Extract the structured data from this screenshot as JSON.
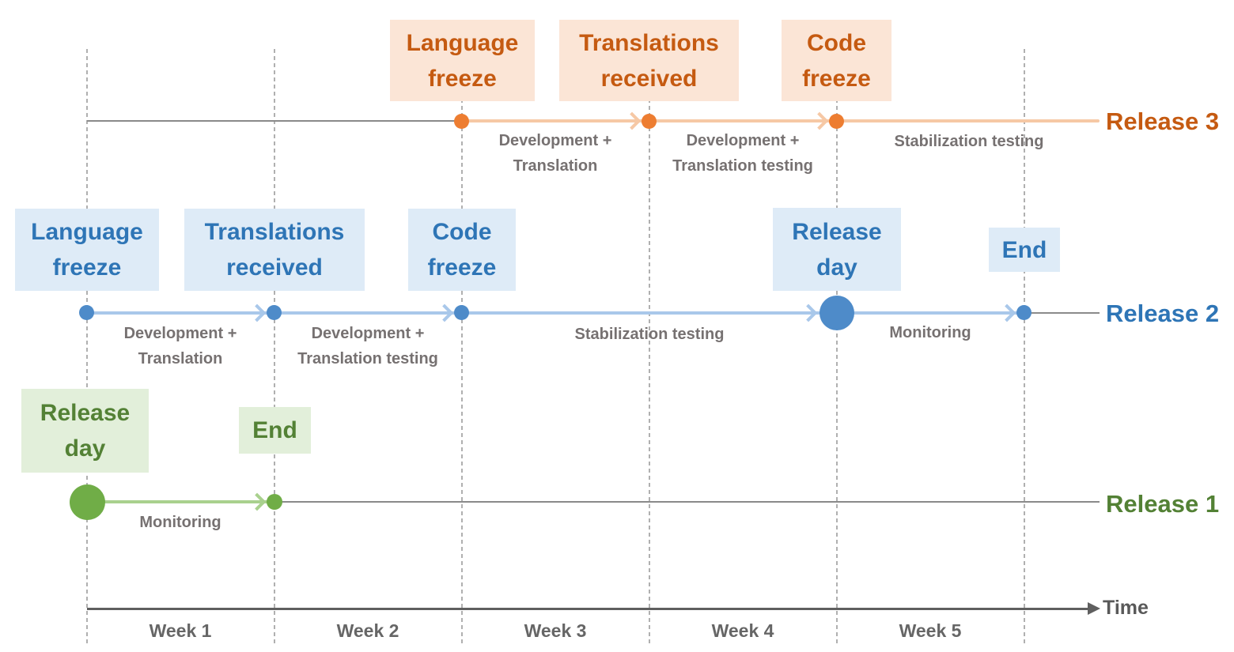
{
  "palette": {
    "orange_accent": "#ED7D31",
    "orange_text": "#C55A11",
    "orange_box_fill": "#FBE5D6",
    "orange_connector": "#F6C8A5",
    "blue_accent": "#4E8BC9",
    "blue_text": "#2E75B6",
    "blue_box_fill": "#DEEBF7",
    "blue_connector": "#A9C8EA",
    "green_accent": "#70AD47",
    "green_text": "#538135",
    "green_box_fill": "#E2EFDA",
    "green_connector": "#A9D18E",
    "segment_label_gray": "#767171",
    "axis_gray": "#595959",
    "thin_line_gray": "#8A8A8A",
    "gridline_gray": "#B0B0B0"
  },
  "releases": [
    {
      "name": "Release 3",
      "events": [
        {
          "label": "Language\nfreeze"
        },
        {
          "label": "Translations\nreceived"
        },
        {
          "label": "Code\nfreeze"
        }
      ],
      "segments": [
        {
          "label": "Development +\nTranslation"
        },
        {
          "label": "Development +\nTranslation testing"
        },
        {
          "label": "Stabilization testing"
        }
      ]
    },
    {
      "name": "Release 2",
      "events": [
        {
          "label": "Language\nfreeze"
        },
        {
          "label": "Translations\nreceived"
        },
        {
          "label": "Code\nfreeze"
        },
        {
          "label": "Release\nday"
        },
        {
          "label": "End"
        }
      ],
      "segments": [
        {
          "label": "Development +\nTranslation"
        },
        {
          "label": "Development +\nTranslation testing"
        },
        {
          "label": "Stabilization testing"
        },
        {
          "label": "Monitoring"
        }
      ]
    },
    {
      "name": "Release 1",
      "events": [
        {
          "label": "Release\nday"
        },
        {
          "label": "End"
        }
      ],
      "segments": [
        {
          "label": "Monitoring"
        }
      ]
    }
  ],
  "axis": {
    "label": "Time",
    "weeks": [
      {
        "label": "Week 1"
      },
      {
        "label": "Week 2"
      },
      {
        "label": "Week 3"
      },
      {
        "label": "Week 4"
      },
      {
        "label": "Week 5"
      }
    ]
  }
}
